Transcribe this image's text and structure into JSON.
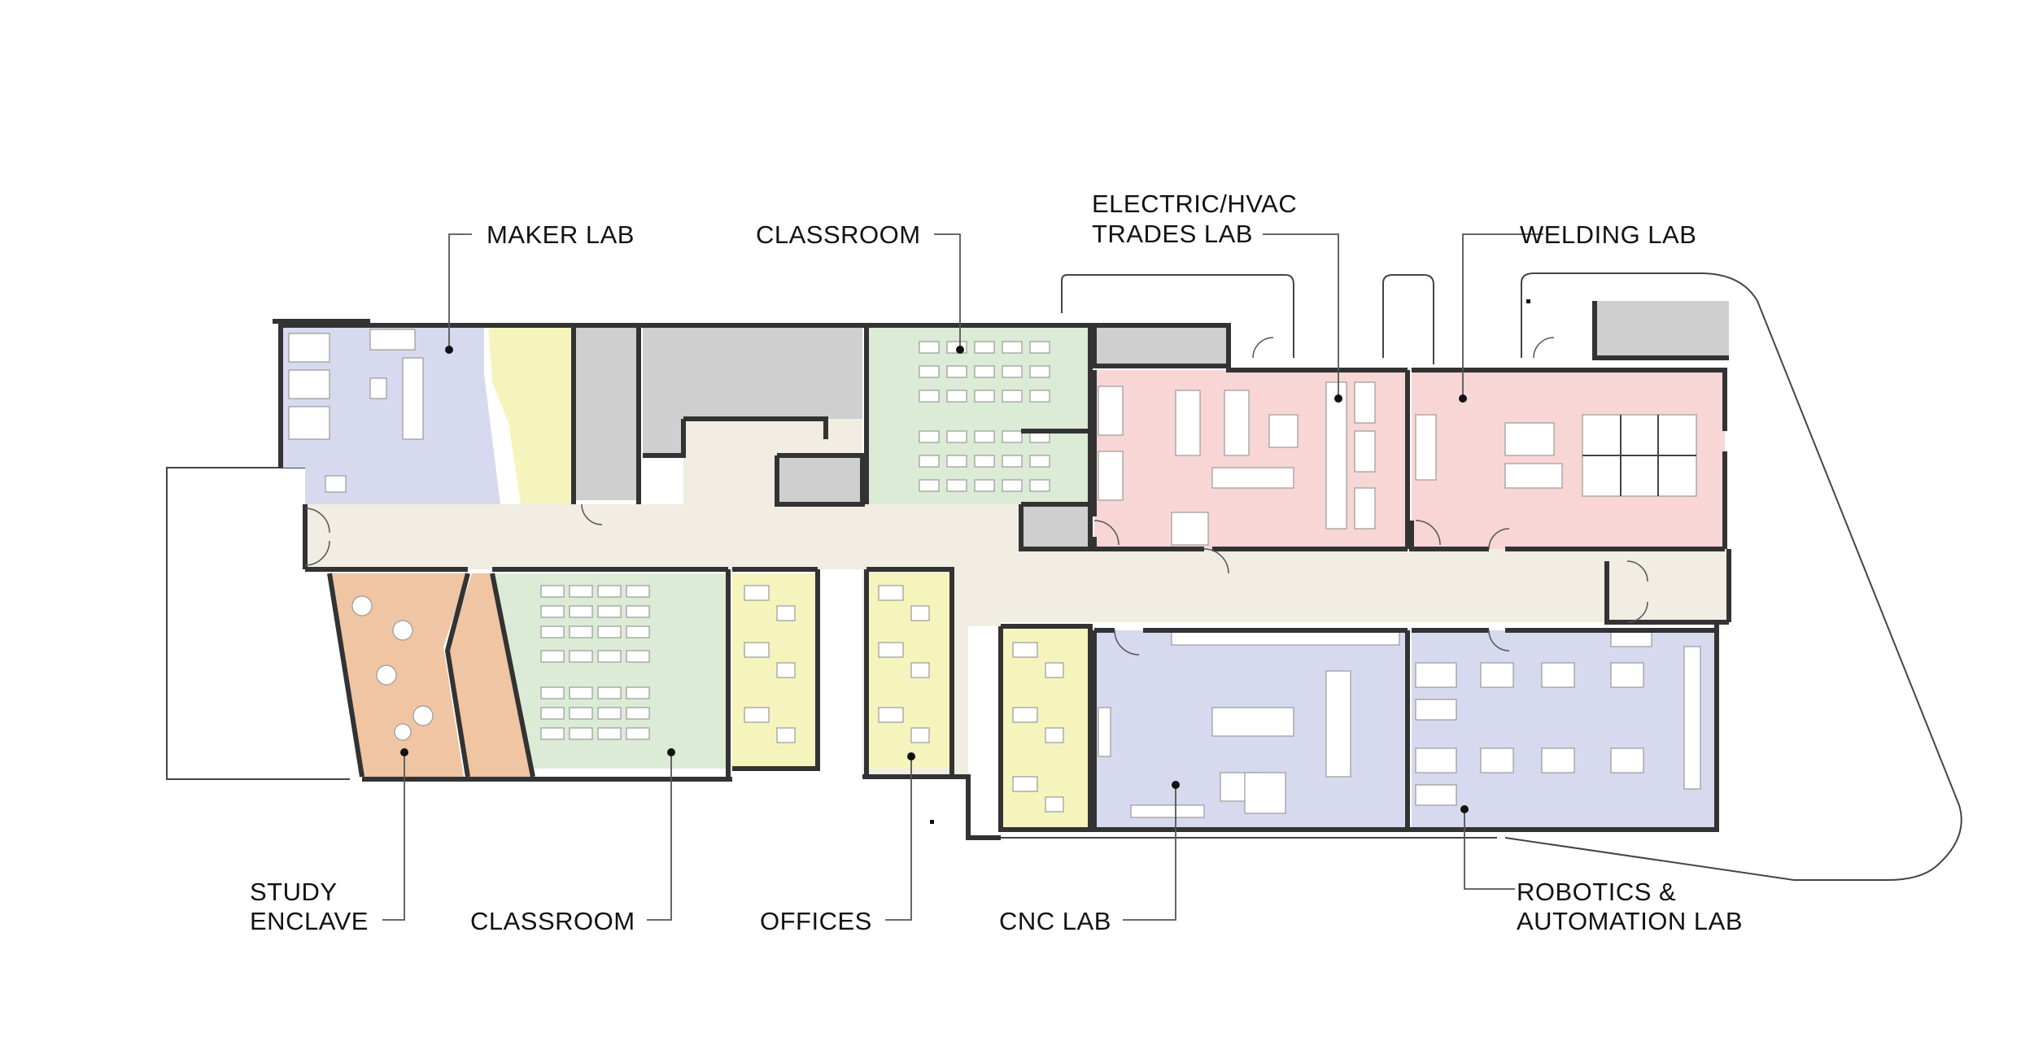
{
  "colors": {
    "corridor": "#f1ede2",
    "lab_blue": "#d7d9ee",
    "lab_red": "#f8d6d6",
    "classroom_green": "#dcebd5",
    "office_yellow": "#f6f4bd",
    "study_orange": "#efc5a3",
    "service_gray": "#cfcfcf",
    "wall": "#333333"
  },
  "labels": {
    "maker_lab": "MAKER LAB",
    "classroom_top": "CLASSROOM",
    "electric_hvac_line1": "ELECTRIC/HVAC",
    "electric_hvac_line2": "TRADES LAB",
    "welding_lab": "WELDING LAB",
    "study_line1": "STUDY",
    "study_line2": "ENCLAVE",
    "classroom_bottom": "CLASSROOM",
    "offices": "OFFICES",
    "cnc_lab": "CNC LAB",
    "robotics_line1": "ROBOTICS &",
    "robotics_line2": "AUTOMATION LAB"
  }
}
